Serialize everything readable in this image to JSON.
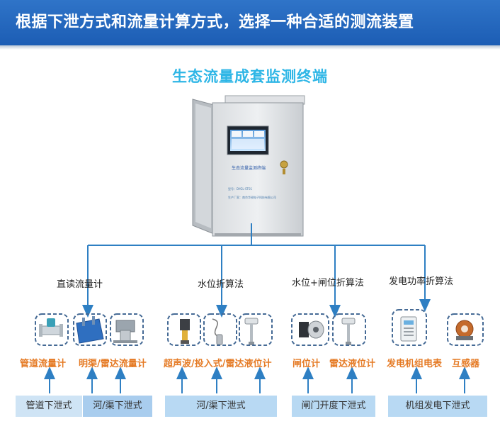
{
  "banner_title": "根据下泄方式和流量计算方式，选择一种合适的测流装置",
  "subtitle": "生态流量成套监测终端",
  "cabinet": {
    "screen_caption": "生态流量监测终端",
    "model_line": "型号：DYGL-ST01",
    "maker_line": "生产厂家：南京华锐电子科技有限公司"
  },
  "methods": [
    {
      "label": "直读流量计"
    },
    {
      "label": "水位折算法"
    },
    {
      "label": "水位+闸位折算法"
    },
    {
      "label": "发电功率折算法"
    }
  ],
  "devices": [
    {
      "label": "管道流量计",
      "icon": "pipe-flowmeter-icon"
    },
    {
      "label": "明渠/雷达流量计",
      "icon": "channel-flowmeter-icon"
    },
    {
      "label": "超声波/投入式/雷达液位计",
      "icon": "level-sensor-icon"
    },
    {
      "label": "闸位计",
      "icon": "gate-meter-icon"
    },
    {
      "label": "雷达液位计",
      "icon": "radar-level-icon"
    },
    {
      "label": "发电机组电表",
      "icon": "power-meter-icon"
    },
    {
      "label": "互感器",
      "icon": "transformer-icon"
    }
  ],
  "discharge_modes": [
    {
      "label": "管道下泄式"
    },
    {
      "label": "河/渠下泄式"
    },
    {
      "label": "河/渠下泄式"
    },
    {
      "label": "闸门开度下泄式"
    },
    {
      "label": "机组发电下泄式"
    }
  ],
  "colors": {
    "banner": "#1f63b8",
    "accent_orange": "#e57a24",
    "connector": "#2e7fc3",
    "box": "#b8d9f3",
    "subtitle": "#2eb6e6"
  }
}
